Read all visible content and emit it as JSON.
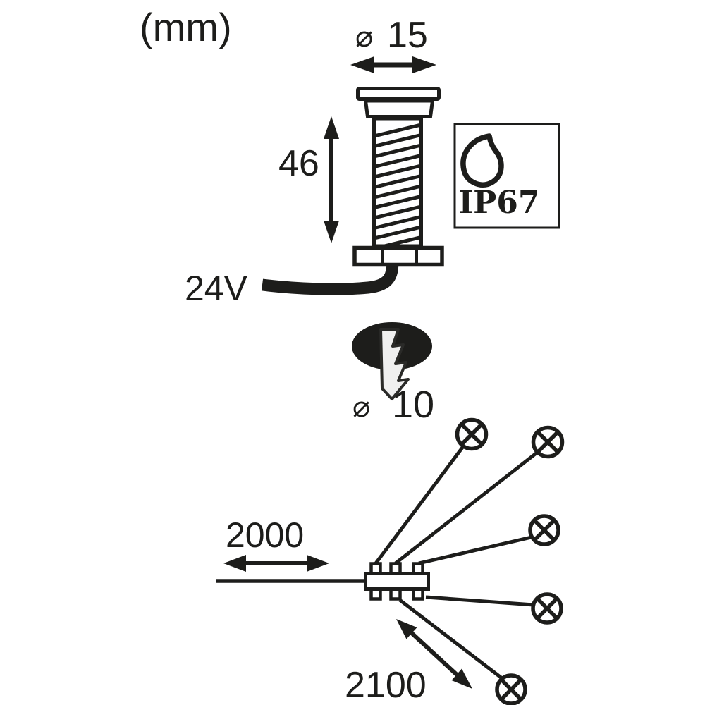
{
  "unit_label": "(mm)",
  "colors": {
    "ink": "#1d1d1b",
    "paper": "#ffffff"
  },
  "dimensions": {
    "top_diameter": {
      "symbol": "⌀",
      "value": "15"
    },
    "body_height": {
      "value": "46"
    },
    "drill_diameter": {
      "symbol": "⌀",
      "value": "10"
    },
    "lead_cable_length": {
      "value": "2000"
    },
    "branch_cable_length": {
      "value": "2100"
    }
  },
  "labels": {
    "voltage": "24V",
    "ip_rating": "IP67"
  },
  "wiring_diagram": {
    "lamp_count": 5,
    "distributor_top_ports": 3,
    "distributor_bottom_ports": 3
  },
  "icons": {
    "water_drop": "water-drop-icon",
    "drill_bolt": "drill-hole-lightning-icon",
    "lamp": "lamp-cross-circle-icon"
  }
}
